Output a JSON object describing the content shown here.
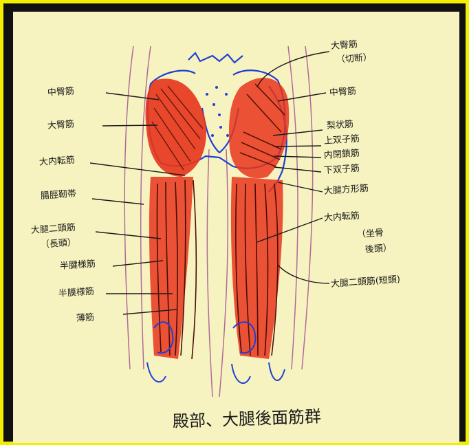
{
  "colors": {
    "frame": "#111111",
    "border": "#f2ef00",
    "paper": "#f6f3c0",
    "muscle": "#e8341c",
    "bone": "#1f3fd6",
    "ink": "#1a1a1a",
    "outline": "#b06a9a"
  },
  "labels": {
    "left": {
      "gluteus_medius": "中臀筋",
      "gluteus_maximus": "大臀筋",
      "adductor_magnus": "大内転筋",
      "iliotibial_tract": "腸脛靭帯",
      "biceps_femoris_long": "大腿二頭筋",
      "biceps_femoris_long_note": "（長頭）",
      "semitendinosus": "半腱様筋",
      "semimembranosus": "半膜様筋",
      "gracilis": "薄筋"
    },
    "right": {
      "gluteus_maximus_cut": "大臀筋",
      "gluteus_maximus_cut_note": "（切断）",
      "gluteus_medius": "中臀筋",
      "piriformis": "梨状筋",
      "gemellus_superior": "上双子筋",
      "obturator_internus": "内閉鎖筋",
      "gemellus_inferior": "下双子筋",
      "quadratus_femoris": "大腿方形筋",
      "adductor_magnus": "大内転筋",
      "adductor_magnus_note": "（坐骨",
      "adductor_magnus_note2": "後頭）",
      "biceps_femoris_short": "大腿二頭筋(短頭)"
    },
    "caption": "殿部、大腿後面筋群"
  }
}
